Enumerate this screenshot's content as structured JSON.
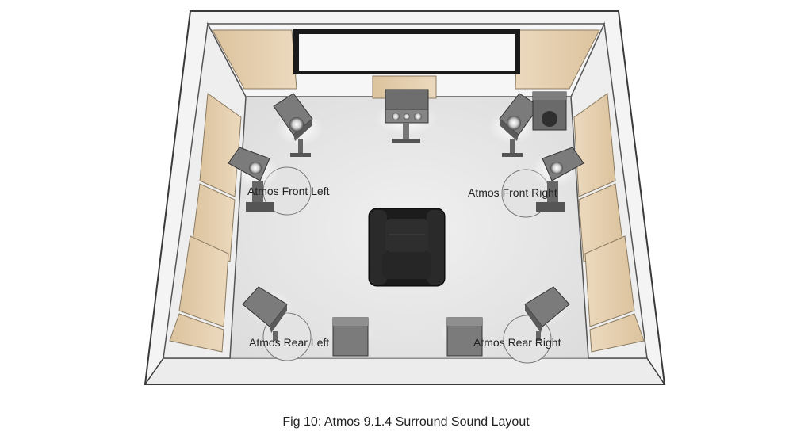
{
  "labels": {
    "front_left": "Atmos Front Left",
    "front_right": "Atmos Front Right",
    "rear_left": "Atmos Rear Left",
    "rear_right": "Atmos Rear Right"
  },
  "caption": "Fig 10: Atmos 9.1.4 Surround Sound Layout",
  "colors": {
    "wall": "#f4f4f4",
    "floor": "#e7e7e7",
    "acoustic_panel": "#e8d2b2",
    "speaker": "#7b7b7b",
    "chair": "#1c1c1c",
    "screen_frame": "#1a1a1a"
  }
}
